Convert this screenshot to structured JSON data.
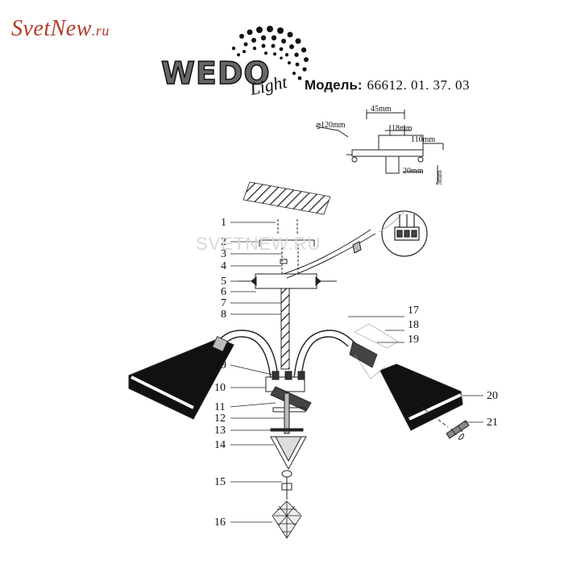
{
  "site_logo": {
    "text": "SvetNew",
    "tld": ".ru",
    "color": "#b23a2a"
  },
  "brand_logo": {
    "text": "WEDO",
    "script": "Light"
  },
  "model": {
    "label": "Модель:",
    "value": "66612. 01. 37. 03"
  },
  "watermark": "SVETNEW.RU",
  "dimensions": [
    "⌀120mm",
    "45mm",
    "18mm",
    "110mm",
    "20mm",
    "5mm"
  ],
  "part_numbers": [
    "1",
    "2",
    "3",
    "4",
    "5",
    "6",
    "7",
    "8",
    "9",
    "10",
    "11",
    "12",
    "13",
    "14",
    "15",
    "16",
    "17",
    "18",
    "19",
    "20",
    "21"
  ],
  "icons": [
    "screw-icon",
    "bulb-icon",
    "crystal-pendant-icon",
    "wire-connector-icon"
  ]
}
